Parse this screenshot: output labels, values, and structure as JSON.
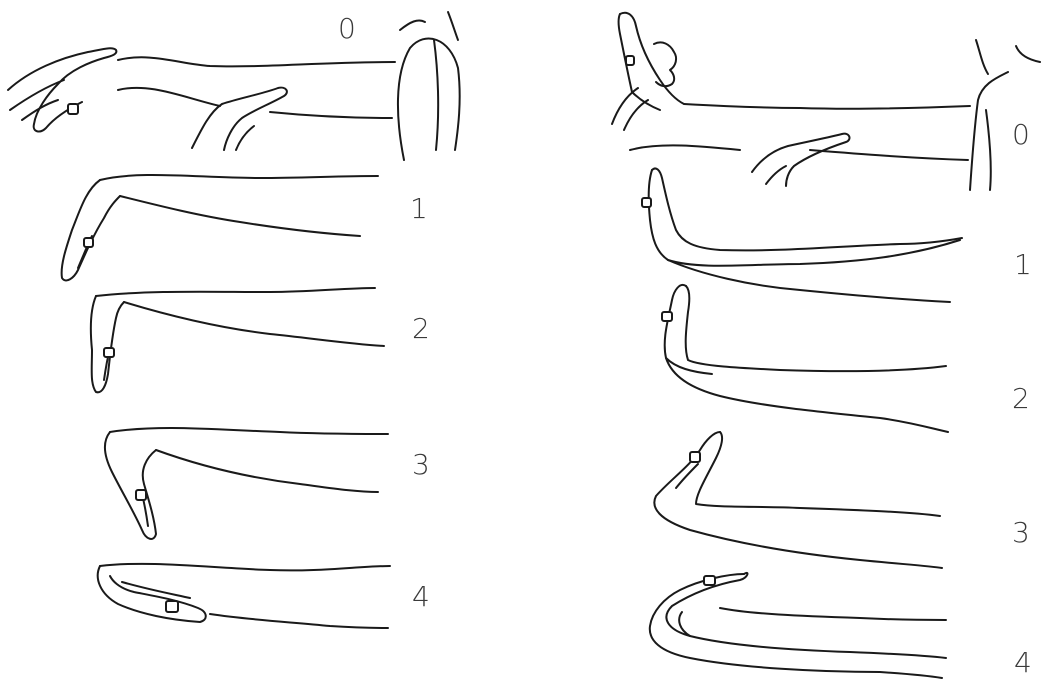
{
  "figure": {
    "left_panel": {
      "labels": [
        "0",
        "1",
        "2",
        "3",
        "4"
      ]
    },
    "right_panel": {
      "labels": [
        "0",
        "1",
        "2",
        "3",
        "4"
      ]
    }
  }
}
